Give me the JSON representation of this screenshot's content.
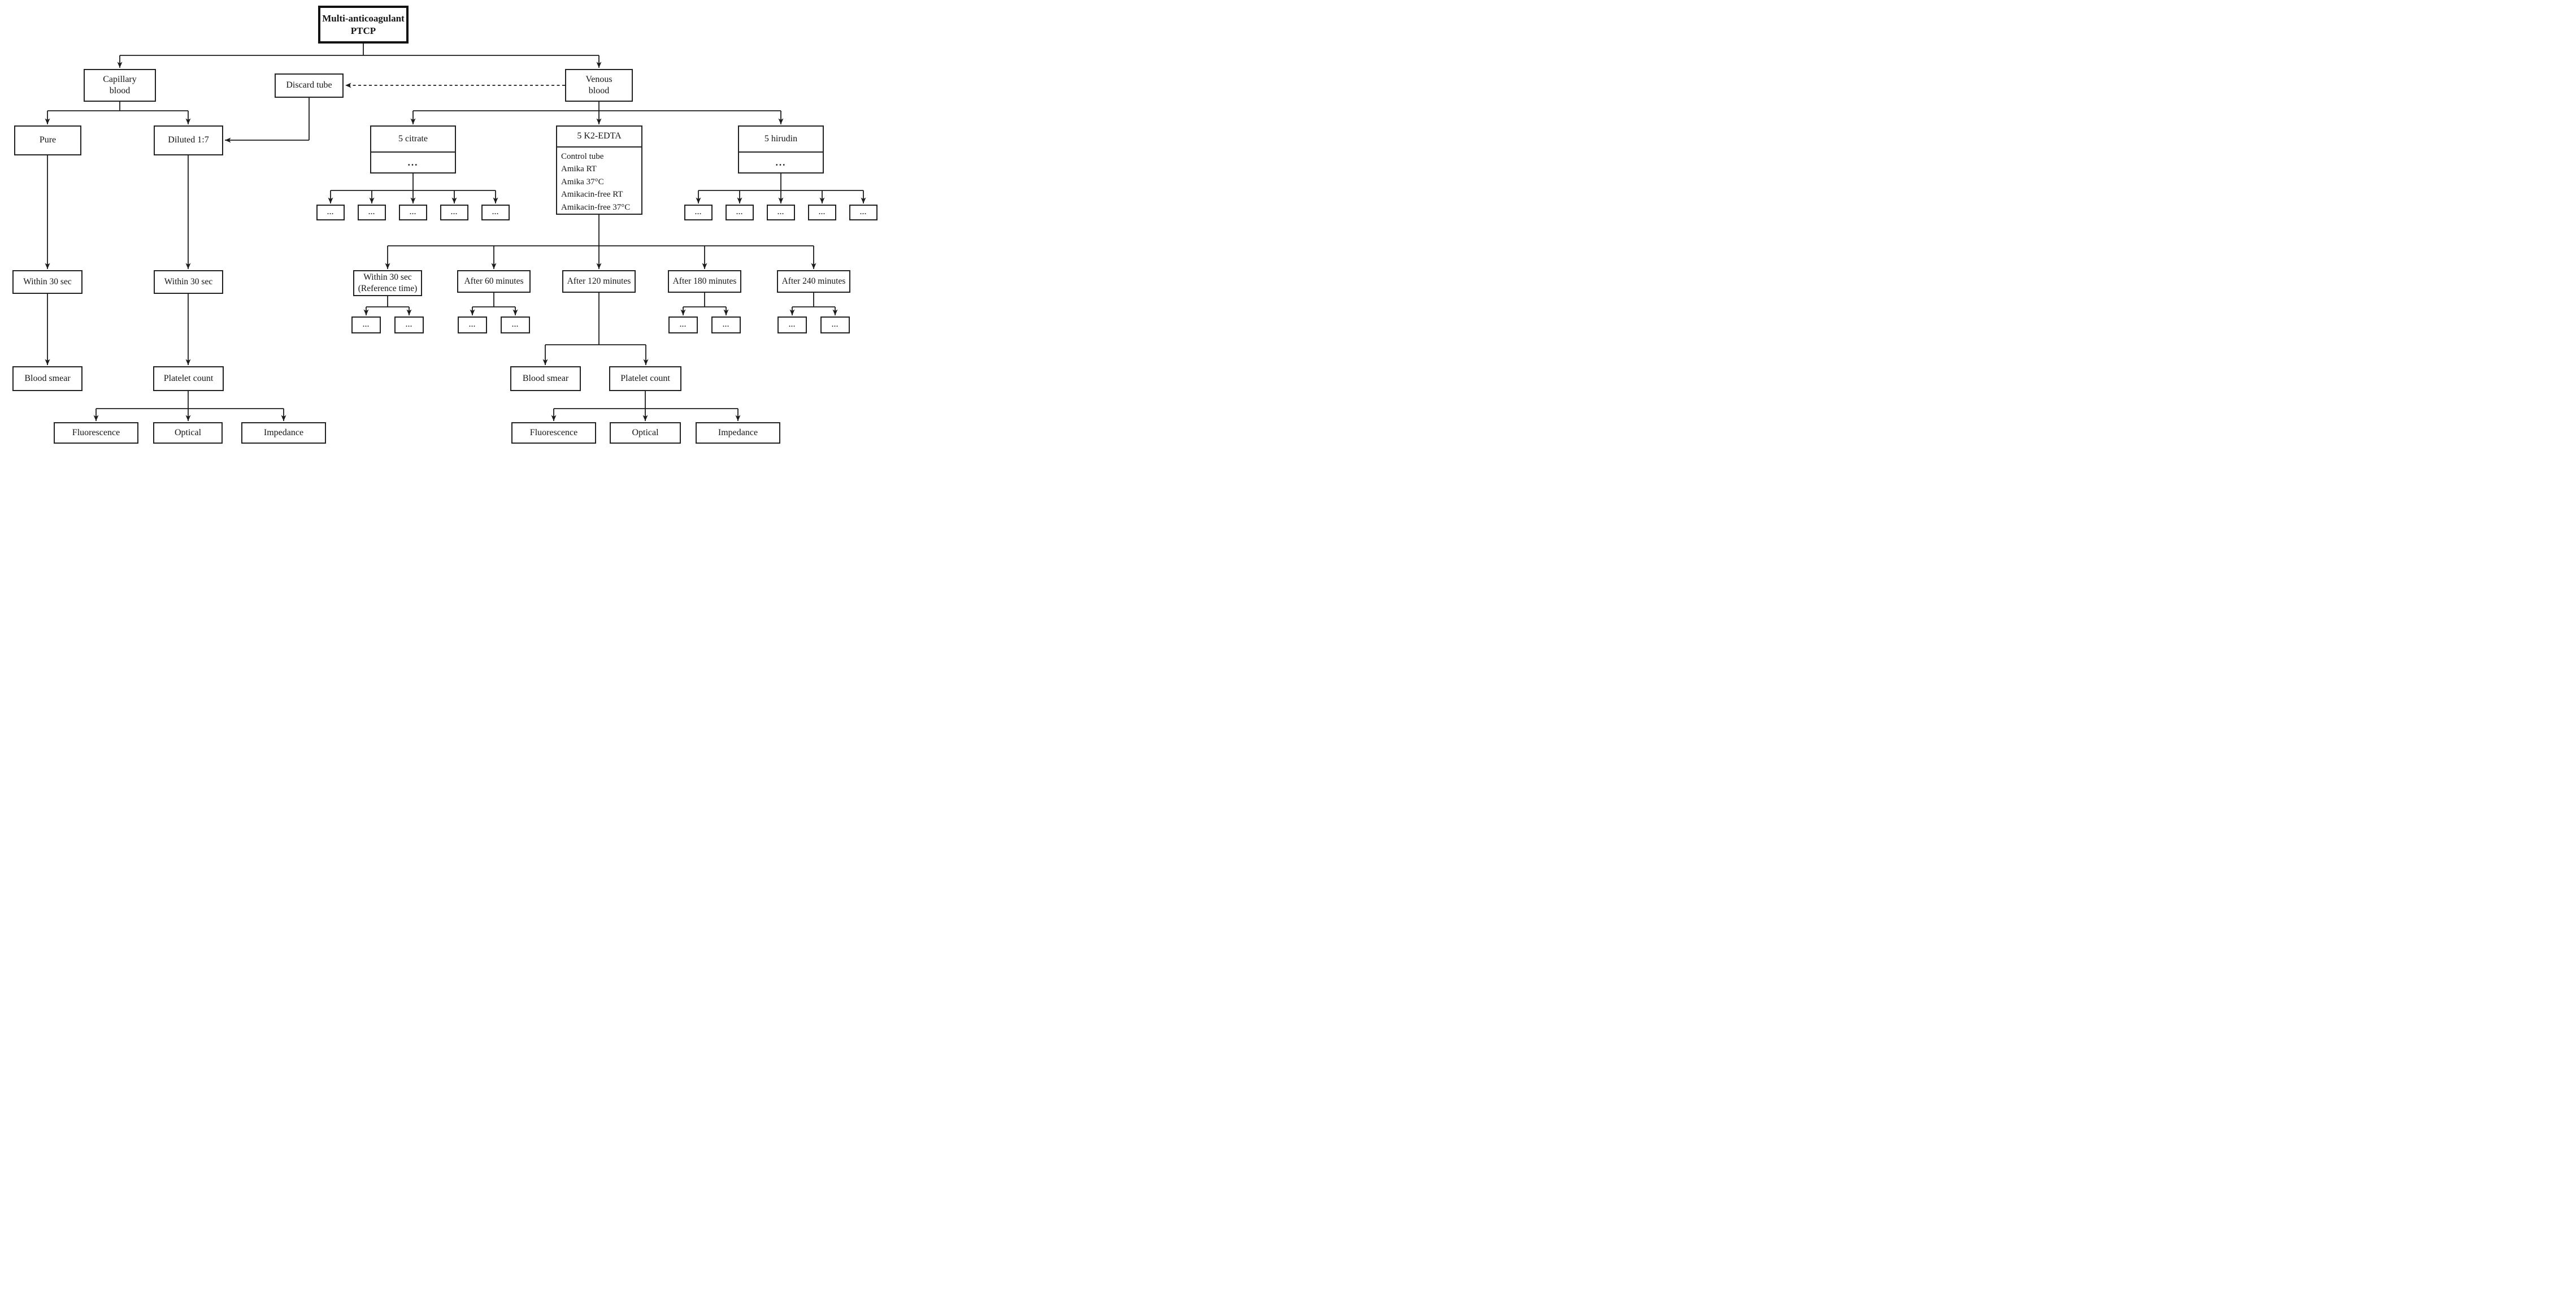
{
  "figure": {
    "type": "flowchart",
    "background_color": "#ffffff",
    "line_color": "#1c1c1c"
  },
  "nodes": {
    "title": [
      "Multi-anticoagulant",
      "PTCP"
    ],
    "capillary_blood": [
      "Capillary",
      "blood"
    ],
    "discard_tube": "Discard tube",
    "venous_blood": [
      "Venous",
      "blood"
    ],
    "pure": "Pure",
    "diluted": "Diluted 1:7",
    "citrate": "5 citrate",
    "k2_edta": "5 K2-EDTA",
    "k2_edta_conditions": [
      "Control tube",
      "Amika RT",
      "Amika 37°C",
      "Amikacin-free RT",
      "Amikacin-free 37°C"
    ],
    "hirudin": "5 hirudin",
    "ellipsis": "...",
    "within_30_sec_pure": "Within 30 sec",
    "within_30_sec_diluted": "Within 30 sec",
    "within_30_sec_reference": [
      "Within 30 sec",
      "(Reference time)"
    ],
    "after_60": "After 60 minutes",
    "after_120": "After 120 minutes",
    "after_180": "After 180 minutes",
    "after_240": "After 240 minutes",
    "blood_smear_left": "Blood smear",
    "platelet_count_left": "Platelet count",
    "fluorescence_left": "Fluorescence",
    "optical_left": "Optical",
    "impedance_left": "Impedance",
    "blood_smear_right": "Blood smear",
    "platelet_count_right": "Platelet count",
    "fluorescence_right": "Fluorescence",
    "optical_right": "Optical",
    "impedance_right": "Impedance"
  }
}
